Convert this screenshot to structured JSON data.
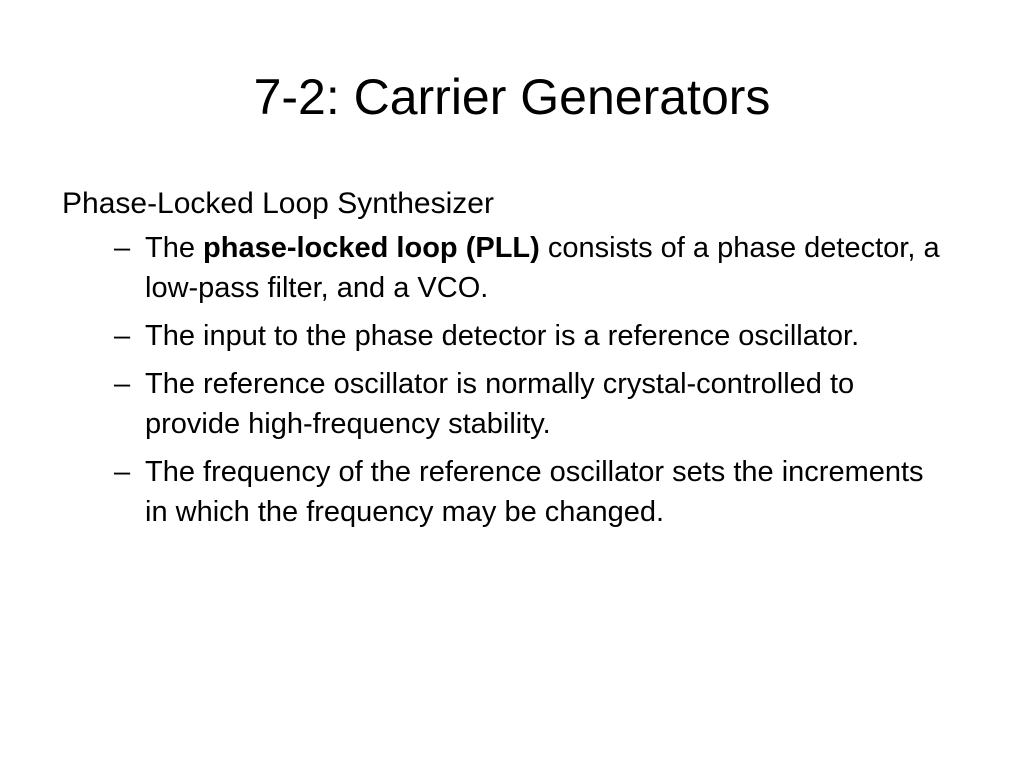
{
  "slide": {
    "title": "7-2: Carrier Generators",
    "heading": "Phase-Locked Loop Synthesizer",
    "bullet_marker": "–",
    "items": [
      {
        "prefix": "The ",
        "bold": "phase-locked loop (PLL)",
        "suffix": " consists of a phase detector, a low-pass filter, and a VCO."
      },
      {
        "text": "The input to the phase detector is a reference oscillator."
      },
      {
        "text": "The reference oscillator is normally crystal-controlled to provide high-frequency stability."
      },
      {
        "text": "The frequency of the reference oscillator sets the increments in which the frequency may be changed."
      }
    ]
  }
}
